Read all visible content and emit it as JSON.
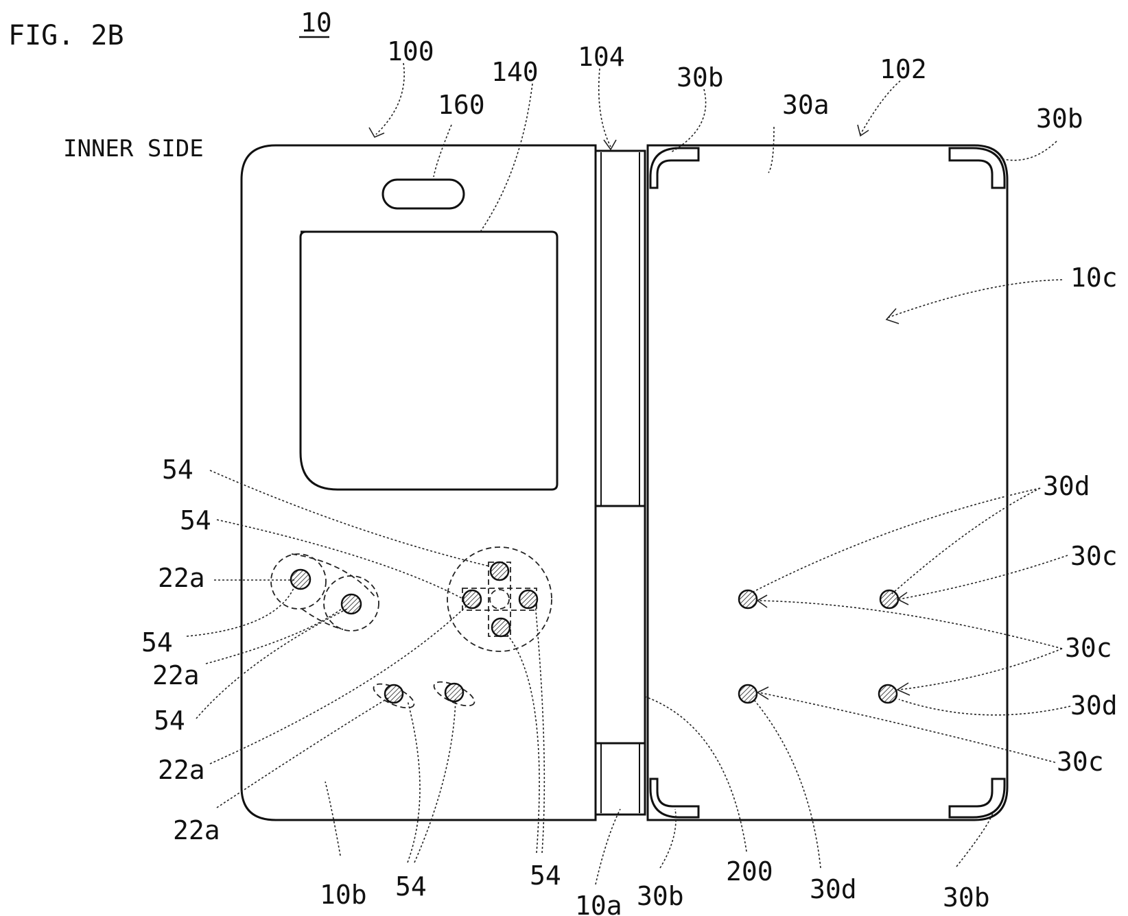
{
  "figure": {
    "title": "FIG. 2B",
    "ref_main": "10",
    "side_caption": "INNER SIDE"
  },
  "labels": {
    "l100": "100",
    "l102": "102",
    "l104": "104",
    "l140": "140",
    "l160": "160",
    "l10a": "10a",
    "l10b": "10b",
    "l10c": "10c",
    "l200": "200",
    "l30a": "30a",
    "l30b_tl": "30b",
    "l30b_tr": "30b",
    "l30b_bl": "30b",
    "l30b_br": "30b",
    "l30c_1": "30c",
    "l30c_2": "30c",
    "l30c_3": "30c",
    "l30d_1": "30d",
    "l30d_2": "30d",
    "l30d_3": "30d",
    "l54_1": "54",
    "l54_2": "54",
    "l54_3": "54",
    "l54_4": "54",
    "l54_5": "54",
    "l54_6": "54",
    "l22a_1": "22a",
    "l22a_2": "22a",
    "l22a_3": "22a",
    "l22a_4": "22a"
  }
}
